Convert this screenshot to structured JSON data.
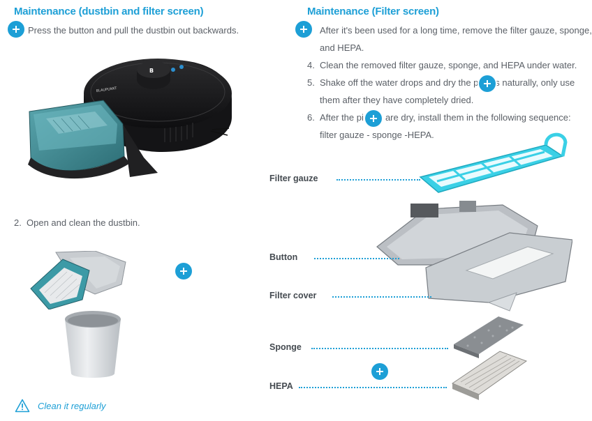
{
  "left": {
    "heading": "Maintenance (dustbin and filter screen)",
    "step1": "Press the button and pull the dustbin out backwards.",
    "step2_num": "2.",
    "step2": "Open and clean the dustbin.",
    "robot_logo": "BLAUPUNKT",
    "caution": "Clean it regularly"
  },
  "right": {
    "heading": "Maintenance (Filter screen)",
    "steps": [
      {
        "num": "",
        "lines": [
          "After it's been used for a long time, remove the filter gauze, sponge,",
          "and HEPA."
        ]
      },
      {
        "num": "4.",
        "lines": [
          "Clean the removed filter gauze, sponge, and HEPA under water."
        ]
      },
      {
        "num": "5.",
        "lines": [
          "Shake off the water drops and dry the pieces naturally, only use",
          "them after they have completely dried."
        ]
      },
      {
        "num": "6.",
        "lines": [
          "After the pieces are dry, install them in the following sequence:",
          "filter gauze - sponge -HEPA."
        ]
      }
    ],
    "labels": {
      "filter_gauze": "Filter gauze",
      "button": "Button",
      "filter_cover": "Filter cover",
      "sponge": "Sponge",
      "hepa": "HEPA"
    }
  },
  "colors": {
    "accent": "#1d9fd6",
    "text": "#5a5f66",
    "filter_gauze": "#3ad0e6"
  },
  "icons": [
    "plus-icon",
    "caution-triangle-icon"
  ]
}
